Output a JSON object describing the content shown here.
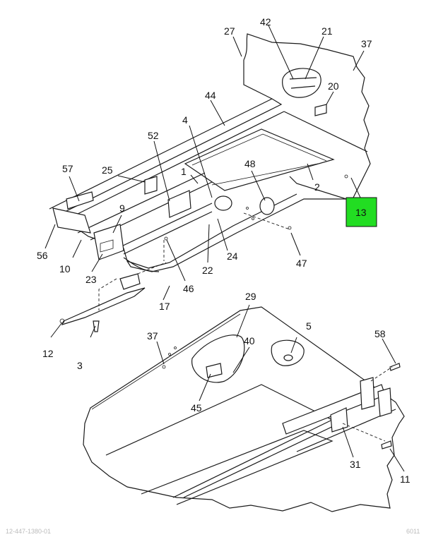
{
  "callouts": {
    "c1": "1",
    "c2": "2",
    "c3": "3",
    "c4": "4",
    "c5": "5",
    "c9": "9",
    "c10": "10",
    "c11": "11",
    "c12": "12",
    "c13": "13",
    "c17": "17",
    "c20": "20",
    "c21": "21",
    "c22": "22",
    "c23": "23",
    "c24": "24",
    "c25": "25",
    "c27": "27",
    "c29": "29",
    "c31": "31",
    "c37a": "37",
    "c37b": "37",
    "c40": "40",
    "c42": "42",
    "c44": "44",
    "c45": "45",
    "c46": "46",
    "c47": "47",
    "c48": "48",
    "c52": "52",
    "c56": "56",
    "c57": "57",
    "c58": "58"
  },
  "highlight": {
    "label": "13",
    "color": "#22dd22"
  },
  "footer": {
    "left": "12-447-1380-01",
    "right": "6011"
  }
}
